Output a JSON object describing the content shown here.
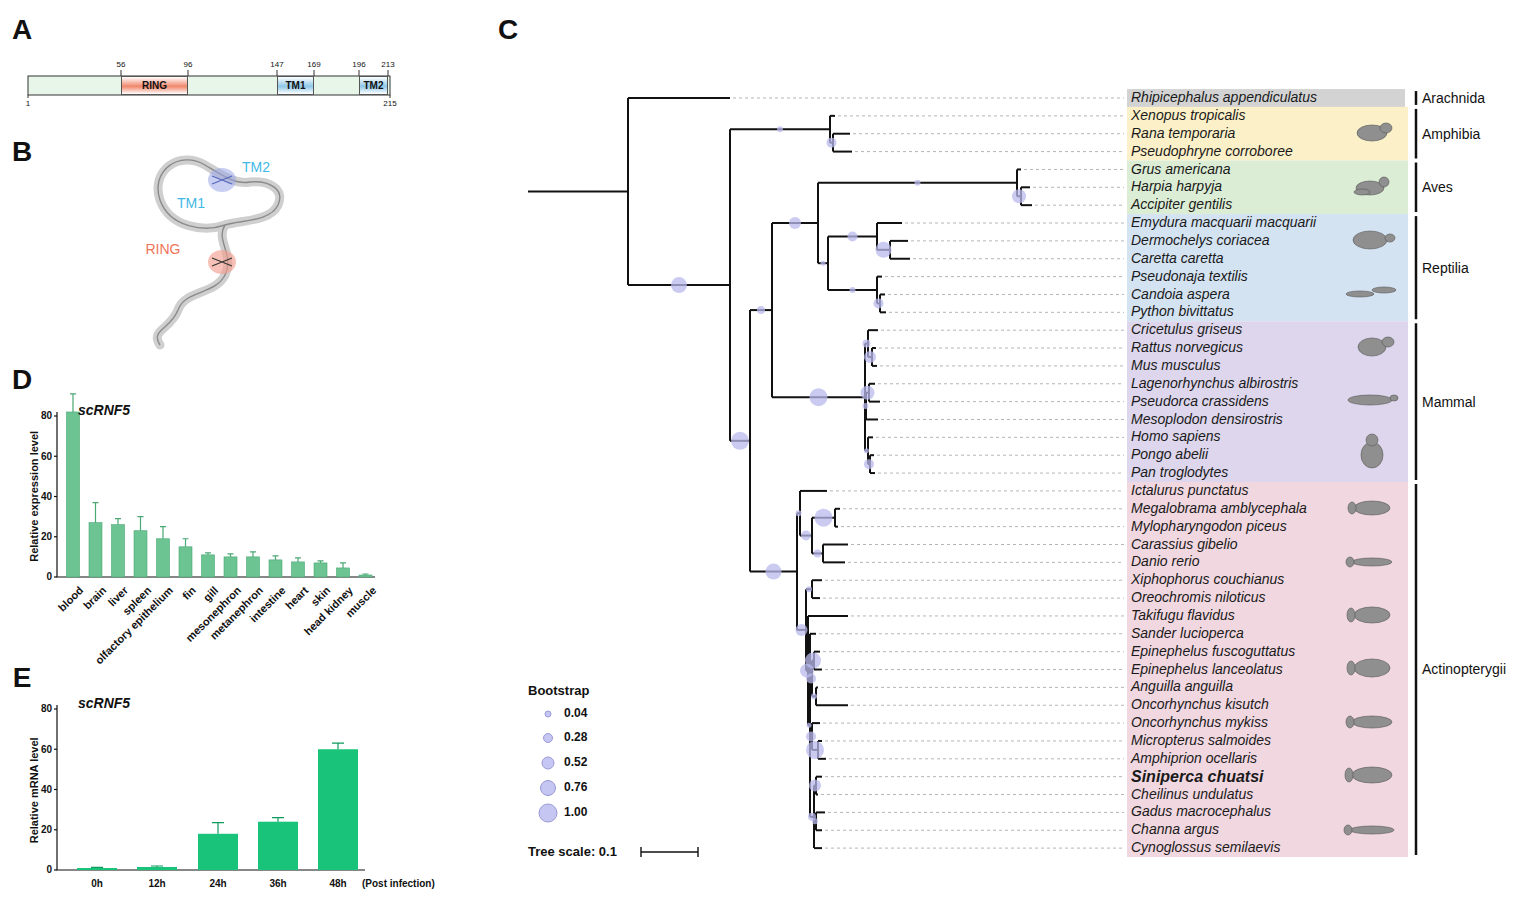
{
  "diagram": {
    "nodes": [
      {
        "text": [
          "RING"
        ]
      },
      {
        "text": [
          "TM1"
        ]
      },
      {
        "text": [
          "TM2"
        ]
      },
      {
        "text": [
          "Rhipicephalus appendiculatus",
          "Arachnida"
        ]
      },
      {
        "text": [
          "Xenopus tropicalis",
          "Rana temporaria",
          "Pseudophryne corroboree",
          "Amphibia"
        ]
      },
      {
        "text": [
          "Grus americana",
          "Harpia harpyja",
          "Accipiter gentilis",
          "Aves"
        ]
      },
      {
        "text": [
          "Emydura macquarii macquarii",
          "Dermochelys coriacea",
          "Caretta caretta",
          "Pseudonaja textilis",
          "Candoia aspera",
          "Python bivittatus",
          "Reptilia"
        ]
      },
      {
        "text": [
          "Cricetulus griseus",
          "Rattus norvegicus",
          "Mus musculus",
          "Lagenorhynchus albirostris",
          "Pseudorca crassidens",
          "Mesoplodon densirostris",
          "Homo sapiens",
          "Pongo abelii",
          "Pan troglodytes",
          "Mammal"
        ]
      },
      {
        "text": [
          "Ictalurus punctatus",
          "Megalobrama amblycephala",
          "Mylopharyngodon piceus",
          "Carassius gibelio",
          "Danio rerio",
          "Xiphophorus couchianus",
          "Oreochromis niloticus",
          "Takifugu flavidus",
          "Sander lucioperca",
          "Epinephelus fuscoguttatus",
          "Epinephelus lanceolatus",
          "Anguilla anguilla",
          "Oncorhynchus kisutch",
          "Oncorhynchus mykiss",
          "Micropterus salmoides",
          "Amphiprion ocellaris",
          "Siniperca chuatsi",
          "Cheilinus undulatus",
          "Gadus macrocephalus",
          "Channa argus",
          "Cynoglossus semilaevis",
          "Actinopterygii"
        ]
      }
    ],
    "labels": [
      "A",
      "B",
      "C",
      "D",
      "E",
      "56",
      "96",
      "147",
      "169",
      "196",
      "213",
      "1",
      "215",
      "TM2",
      "TM1",
      "RING",
      "scRNF5",
      "Relative expression level",
      "0",
      "20",
      "40",
      "60",
      "80",
      "blood",
      "brain",
      "liver",
      "spleen",
      "olfactory epithelium",
      "fin",
      "gill",
      "mesonephron",
      "metanephron",
      "intestine",
      "heart",
      "skin",
      "head kidney",
      "muscle",
      "scRNF5",
      "Relative mRNA level",
      "0",
      "20",
      "40",
      "60",
      "80",
      "0h",
      "12h",
      "24h",
      "36h",
      "48h",
      "(Post infection)",
      "Bootstrap",
      "Tree scale: 0.1"
    ],
    "legend": [
      {
        "text": "0.04"
      },
      {
        "text": "0.28"
      },
      {
        "text": "0.52"
      },
      {
        "text": "0.76"
      },
      {
        "text": "1.00"
      }
    ]
  }
}
